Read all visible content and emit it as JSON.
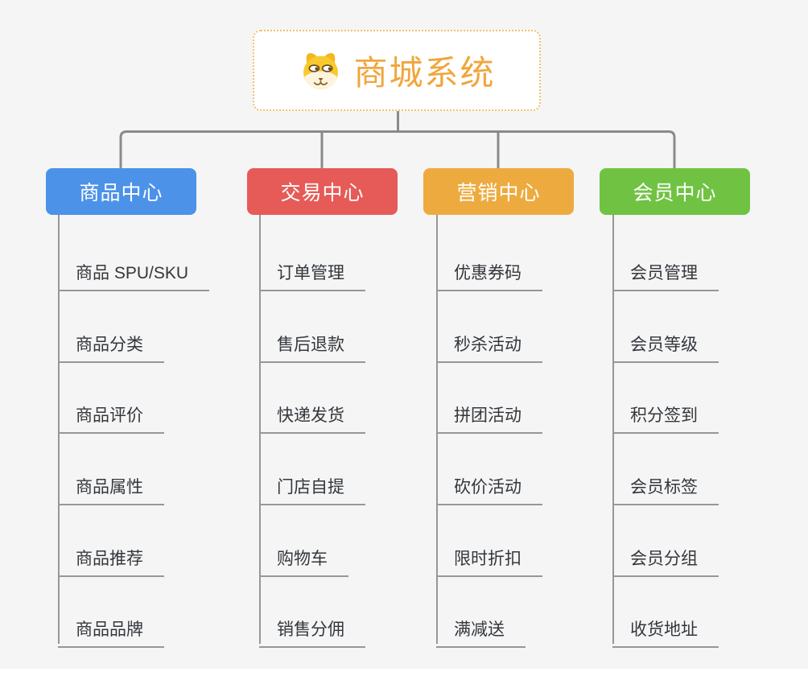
{
  "canvas": {
    "background": "#f5f5f5",
    "connector_color": "#8a8a8a",
    "underline_color": "#979797"
  },
  "root": {
    "title": "商城系统",
    "icon": "dog-face-icon",
    "title_color": "#f0a63c",
    "border_color": "#f2c06d"
  },
  "branches": [
    {
      "label": "商品中心",
      "color": "#4c92e9",
      "children": [
        "商品 SPU/SKU",
        "商品分类",
        "商品评价",
        "商品属性",
        "商品推荐",
        "商品品牌"
      ]
    },
    {
      "label": "交易中心",
      "color": "#e65b57",
      "children": [
        "订单管理",
        "售后退款",
        "快递发货",
        "门店自提",
        "购物车",
        "销售分佣"
      ]
    },
    {
      "label": "营销中心",
      "color": "#edab3f",
      "children": [
        "优惠券码",
        "秒杀活动",
        "拼团活动",
        "砍价活动",
        "限时折扣",
        "满减送"
      ]
    },
    {
      "label": "会员中心",
      "color": "#70c342",
      "children": [
        "会员管理",
        "会员等级",
        "积分签到",
        "会员标签",
        "会员分组",
        "收货地址"
      ]
    }
  ]
}
